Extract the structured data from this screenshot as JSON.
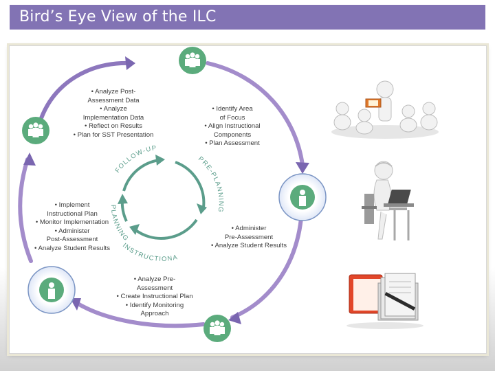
{
  "slide": {
    "title": "Bird’s Eye View of the ILC"
  },
  "colors": {
    "title_bar": "#8273b4",
    "outer_cycle": "#9b7fc0",
    "inner_cycle": "#5b9d8b",
    "node_green": "#5bab7c",
    "highlight_ring": "#7b95c4"
  },
  "icons": [
    "group-of-people-icon",
    "teacher-reading-to-students-illustration",
    "person-at-laptop-illustration",
    "file-folders-and-pen-illustration"
  ],
  "outer_cycle": {
    "top_left": [
      "• Analyze Post-",
      "Assessment Data",
      "• Analyze",
      "Implementation Data",
      "• Reflect on Results",
      "• Plan for SST Presentation"
    ],
    "top_right": [
      "• Identify Area",
      "of Focus",
      "• Align Instructional",
      "Components",
      "• Plan Assessment"
    ],
    "right": [
      "• Administer",
      "Pre-Assessment",
      "• Analyze Student Results"
    ],
    "bottom": [
      "• Analyze Pre-",
      "Assessment",
      "• Create Instructional Plan",
      "• Identify Monitoring",
      "Approach"
    ],
    "left": [
      "• Implement",
      "Instructional Plan",
      "• Monitor Implementation",
      "• Administer",
      "Post-Assessment",
      "• Analyze Student Results"
    ]
  },
  "inner_cycle": {
    "phases": [
      "FOLLOW-UP",
      "PRE-PLANNING",
      "INSTRUCTIONAL",
      "PLANNING"
    ]
  }
}
